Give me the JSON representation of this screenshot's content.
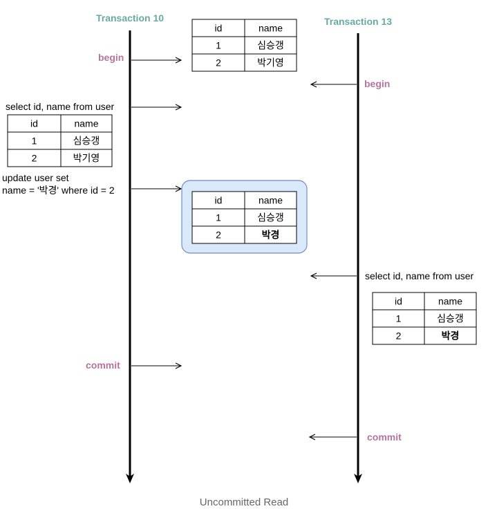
{
  "transactions": {
    "left": {
      "title": "Transaction 10"
    },
    "right": {
      "title": "Transaction 13"
    }
  },
  "steps": {
    "t10_begin": "begin",
    "t10_select": "select id, name from user",
    "t10_update_line1": "update user set",
    "t10_update_line2": "name = '박경' where id = 2",
    "t10_commit": "commit",
    "t13_begin": "begin",
    "t13_select": "select id, name from user",
    "t13_commit": "commit"
  },
  "tables": {
    "initial": {
      "headers": [
        "id",
        "name"
      ],
      "rows": [
        [
          "1",
          "심승갱"
        ],
        [
          "2",
          "박기영"
        ]
      ]
    },
    "t10_read": {
      "headers": [
        "id",
        "name"
      ],
      "rows": [
        [
          "1",
          "심승갱"
        ],
        [
          "2",
          "박기영"
        ]
      ]
    },
    "uncommitted": {
      "headers": [
        "id",
        "name"
      ],
      "rows": [
        [
          "1",
          "심승갱"
        ],
        [
          "2",
          "박경"
        ]
      ]
    },
    "t13_read": {
      "headers": [
        "id",
        "name"
      ],
      "rows": [
        [
          "1",
          "심승갱"
        ],
        [
          "2",
          "박경"
        ]
      ]
    }
  },
  "caption": "Uncommitted Read",
  "colors": {
    "title": "#67AB9F",
    "step": "#B5739D",
    "highlight_fill": "#DAE8FC",
    "highlight_stroke": "#6C8EBF",
    "caption": "#666666"
  }
}
